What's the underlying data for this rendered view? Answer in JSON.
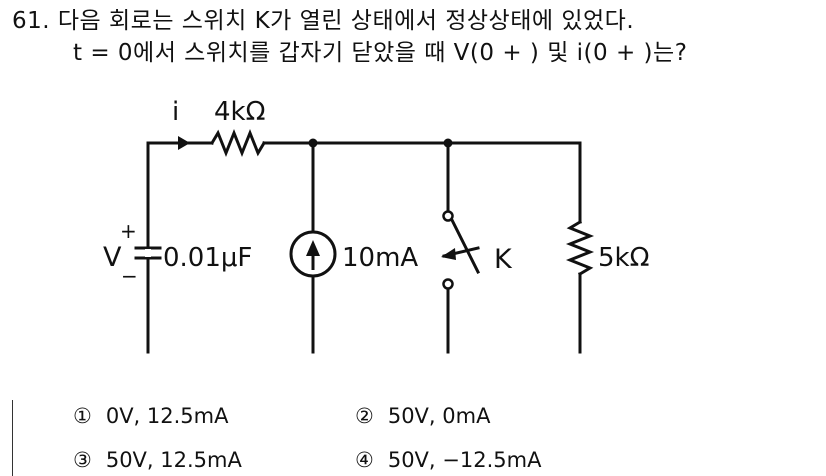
{
  "question": {
    "line1": "61. 다음 회로는 스위치 K가 열린 상태에서 정상상태에 있었다.",
    "line2": "t = 0에서 스위치를 갑자기 닫았을 때 V(0 + ) 및 i(0 + )는?"
  },
  "circuit": {
    "current_label": "i",
    "resistor1_label": "4kΩ",
    "capacitor_label": "0.01μF",
    "voltage_label": "V",
    "plus_sign": "+",
    "minus_sign": "−",
    "source_label": "10mA",
    "switch_label": "K",
    "resistor2_label": "5kΩ"
  },
  "choices": [
    {
      "num": "①",
      "text": "0V,  12.5mA"
    },
    {
      "num": "②",
      "text": "50V,  0mA"
    },
    {
      "num": "③",
      "text": "50V,  12.5mA"
    },
    {
      "num": "④",
      "text": "50V,  −12.5mA"
    }
  ]
}
